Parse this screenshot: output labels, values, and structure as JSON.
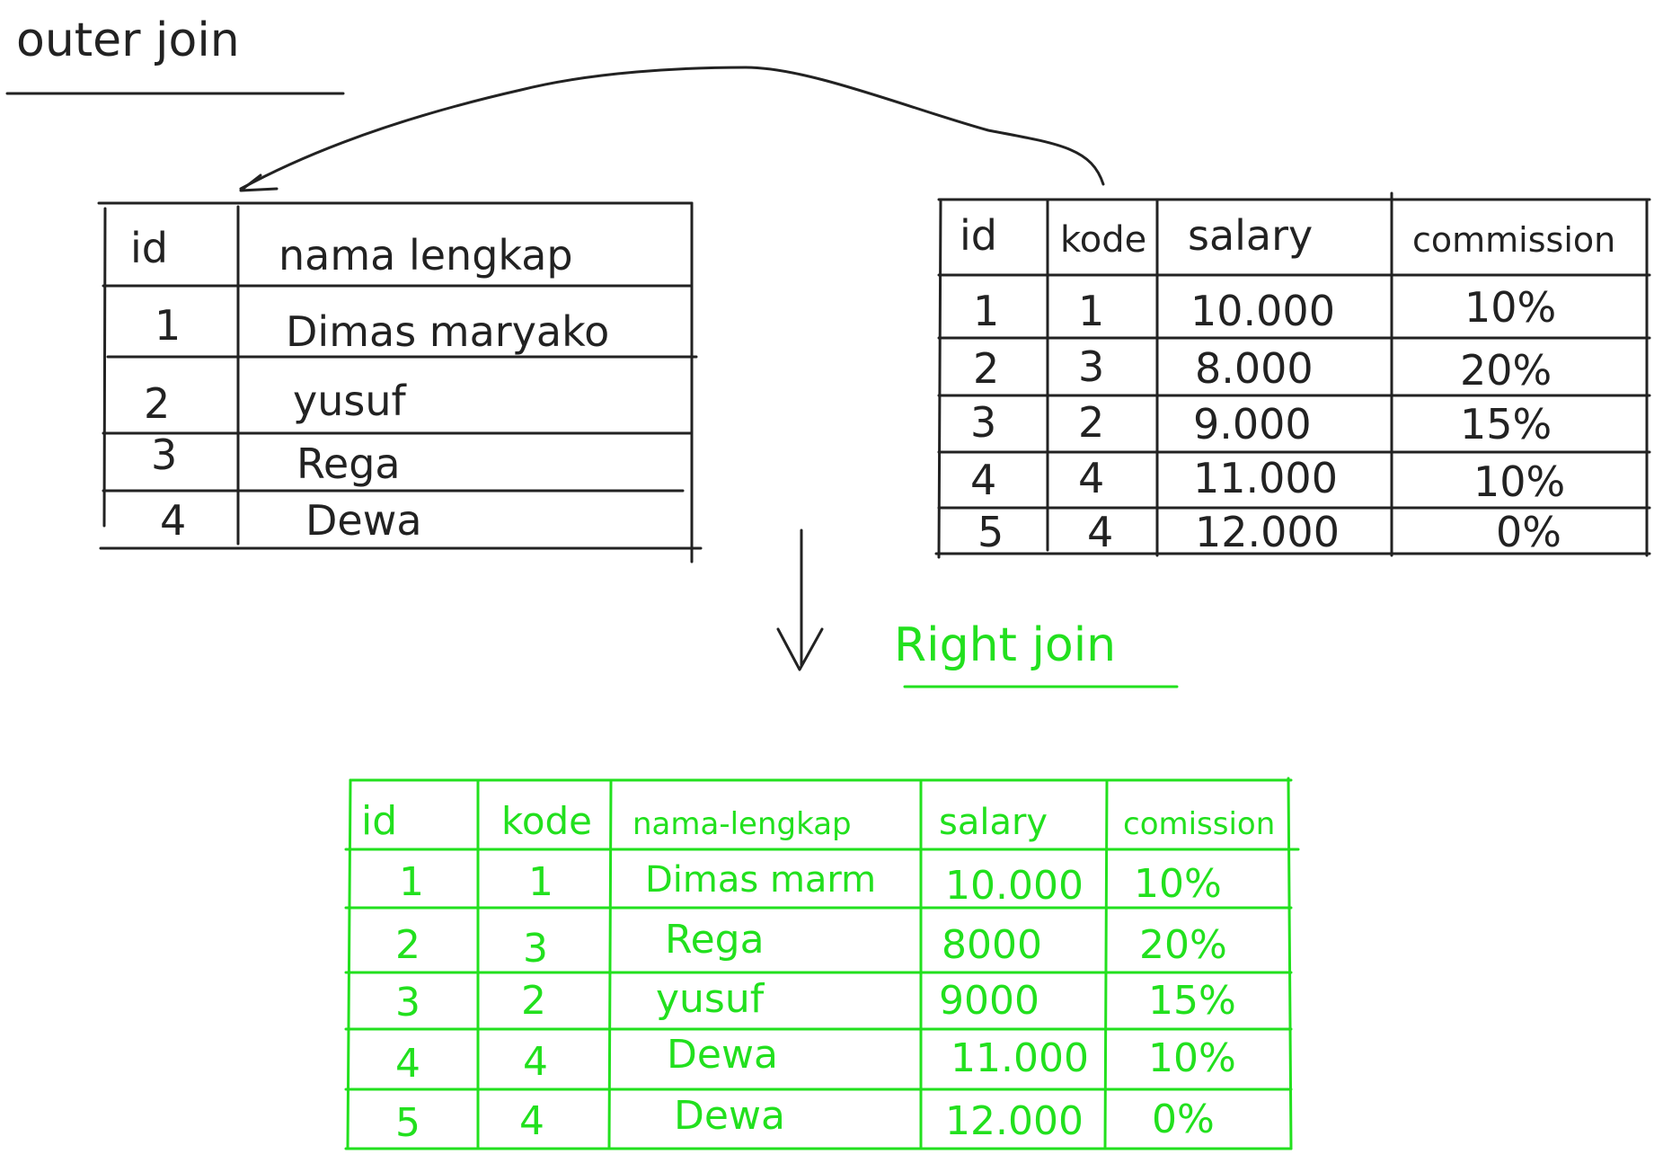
{
  "title": "outer join",
  "arrow_label": "Right join",
  "colors": {
    "ink": "#222222",
    "result_ink": "#22e01e"
  },
  "left_table": {
    "headers": [
      "id",
      "nama lengkap"
    ],
    "rows": [
      [
        "1",
        "Dimas maryako"
      ],
      [
        "2",
        "yusuf"
      ],
      [
        "3",
        "Rega"
      ],
      [
        "4",
        "Dewa"
      ]
    ]
  },
  "right_table": {
    "headers": [
      "id",
      "kode",
      "salary",
      "commission"
    ],
    "rows": [
      [
        "1",
        "1",
        "10.000",
        "10%"
      ],
      [
        "2",
        "3",
        "8.000",
        "20%"
      ],
      [
        "3",
        "2",
        "9.000",
        "15%"
      ],
      [
        "4",
        "4",
        "11.000",
        "10%"
      ],
      [
        "5",
        "4",
        "12.000",
        "0%"
      ]
    ]
  },
  "result_table": {
    "headers": [
      "id",
      "kode",
      "nama-lengkap",
      "salary",
      "comission"
    ],
    "rows": [
      [
        "1",
        "1",
        "Dimas marm",
        "10.000",
        "10%"
      ],
      [
        "2",
        "3",
        "Rega",
        "8000",
        "20%"
      ],
      [
        "3",
        "2",
        "yusuf",
        "9000",
        "15%"
      ],
      [
        "4",
        "4",
        "Dewa",
        "11.000",
        "10%"
      ],
      [
        "5",
        "4",
        "Dewa",
        "12.000",
        "0%"
      ]
    ]
  }
}
